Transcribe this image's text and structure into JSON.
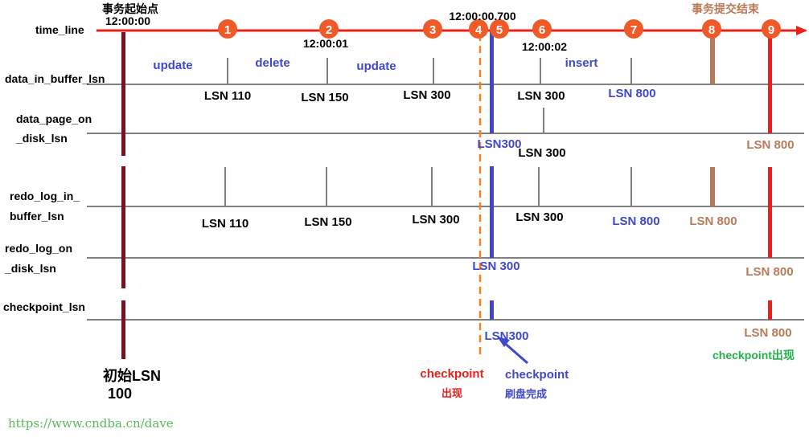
{
  "colors": {
    "timeline_red": "#e8211c",
    "marker_orange": "#f05a28",
    "dark_red": "#7d0f1e",
    "blue": "#3f48cc",
    "brown": "#b97a57",
    "checkpoint_red": "#e8211c",
    "orange_dash": "#f58220",
    "green": "#22b14c",
    "text": "#000000"
  },
  "header": {
    "start_title": "事务起始点",
    "start_time": "12:00:00",
    "commit_title": "事务提交结束",
    "times": [
      "12:00:01",
      "12:00:00.700",
      "12:00:02"
    ]
  },
  "row_labels": {
    "time_line": "time_line",
    "data_in_buffer": "data_in_buffer_lsn",
    "data_page_on_1": "data_page_on",
    "data_page_on_2": "_disk_lsn",
    "redo_log_in_1": "redo_log_in_",
    "redo_log_in_2": "buffer_lsn",
    "redo_log_on_1": "redo_log_on",
    "redo_log_on_2": "_disk_lsn",
    "checkpoint": "checkpoint_lsn"
  },
  "markers": [
    "1",
    "2",
    "3",
    "4",
    "5",
    "6",
    "7",
    "8",
    "9"
  ],
  "operations": [
    "update",
    "delete",
    "update",
    "insert"
  ],
  "lsn_values": {
    "buffer": [
      "LSN 110",
      "LSN 150",
      "LSN 300",
      "LSN 300",
      "LSN 800"
    ],
    "disk_page": [
      "LSN300",
      "LSN 300",
      "LSN 800"
    ],
    "redo_buffer": [
      "LSN 110",
      "LSN 150",
      "LSN 300",
      "LSN 300",
      "LSN 800",
      "LSN 800"
    ],
    "redo_disk": [
      "LSN 300",
      "LSN 800"
    ],
    "checkpoint": [
      "LSN300",
      "LSN 800"
    ]
  },
  "annotations": {
    "initial_1": "初始LSN",
    "initial_2": "100",
    "checkpoint_red_1": "checkpoint",
    "checkpoint_red_2": "出现",
    "checkpoint_blue_1": "checkpoint",
    "checkpoint_blue_2": "刷盘完成",
    "checkpoint_green": "checkpoint出现"
  },
  "watermark": "https://www.cndba.cn/dave"
}
